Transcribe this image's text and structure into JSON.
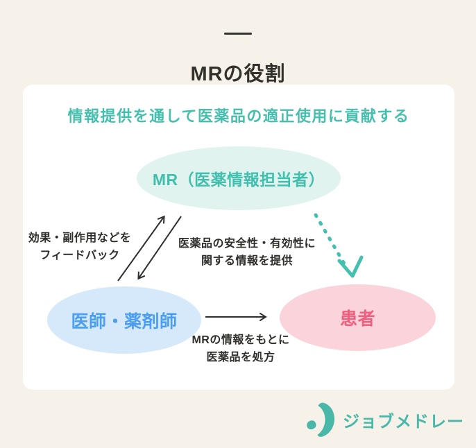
{
  "page": {
    "title": "MRの役割"
  },
  "diagram": {
    "heading": "情報提供を通して医薬品の適正使用に貢献する",
    "nodes": {
      "mr": {
        "label": "MR（医薬情報担当者）",
        "fill": "#e1f3ef",
        "text_color": "#41bfae"
      },
      "doctor": {
        "label": "医師・薬剤師",
        "fill": "#d6e9fb",
        "text_color": "#4b9ef0"
      },
      "patient": {
        "label": "患者",
        "fill": "#fbd3db",
        "text_color": "#f25e7e"
      }
    },
    "edges": {
      "feedback": {
        "from": "医師・薬剤師",
        "to": "MR（医薬情報担当者）",
        "style": "solid",
        "line1": "効果・副作用などを",
        "line2": "フィードバック"
      },
      "provide": {
        "from": "MR（医薬情報担当者）",
        "to": "医師・薬剤師",
        "style": "solid",
        "line1": "医薬品の安全性・有効性に",
        "line2": "関する情報を提供"
      },
      "inform": {
        "from": "MR（医薬情報担当者）",
        "to": "患者",
        "style": "dashed",
        "color": "#45bfae"
      },
      "prescribe": {
        "from": "医師・薬剤師",
        "to": "患者",
        "style": "solid",
        "line1": "MRの情報をもとに",
        "line2": "医薬品を処方"
      }
    }
  },
  "footer": {
    "brand": "ジョブメドレー",
    "icon": "crescent-j-icon",
    "brand_color": "#49b8a9"
  },
  "colors": {
    "background": "#f6f2e9",
    "card": "#ffffff",
    "ink": "#2f2e2b",
    "accent_teal": "#45bfae"
  }
}
